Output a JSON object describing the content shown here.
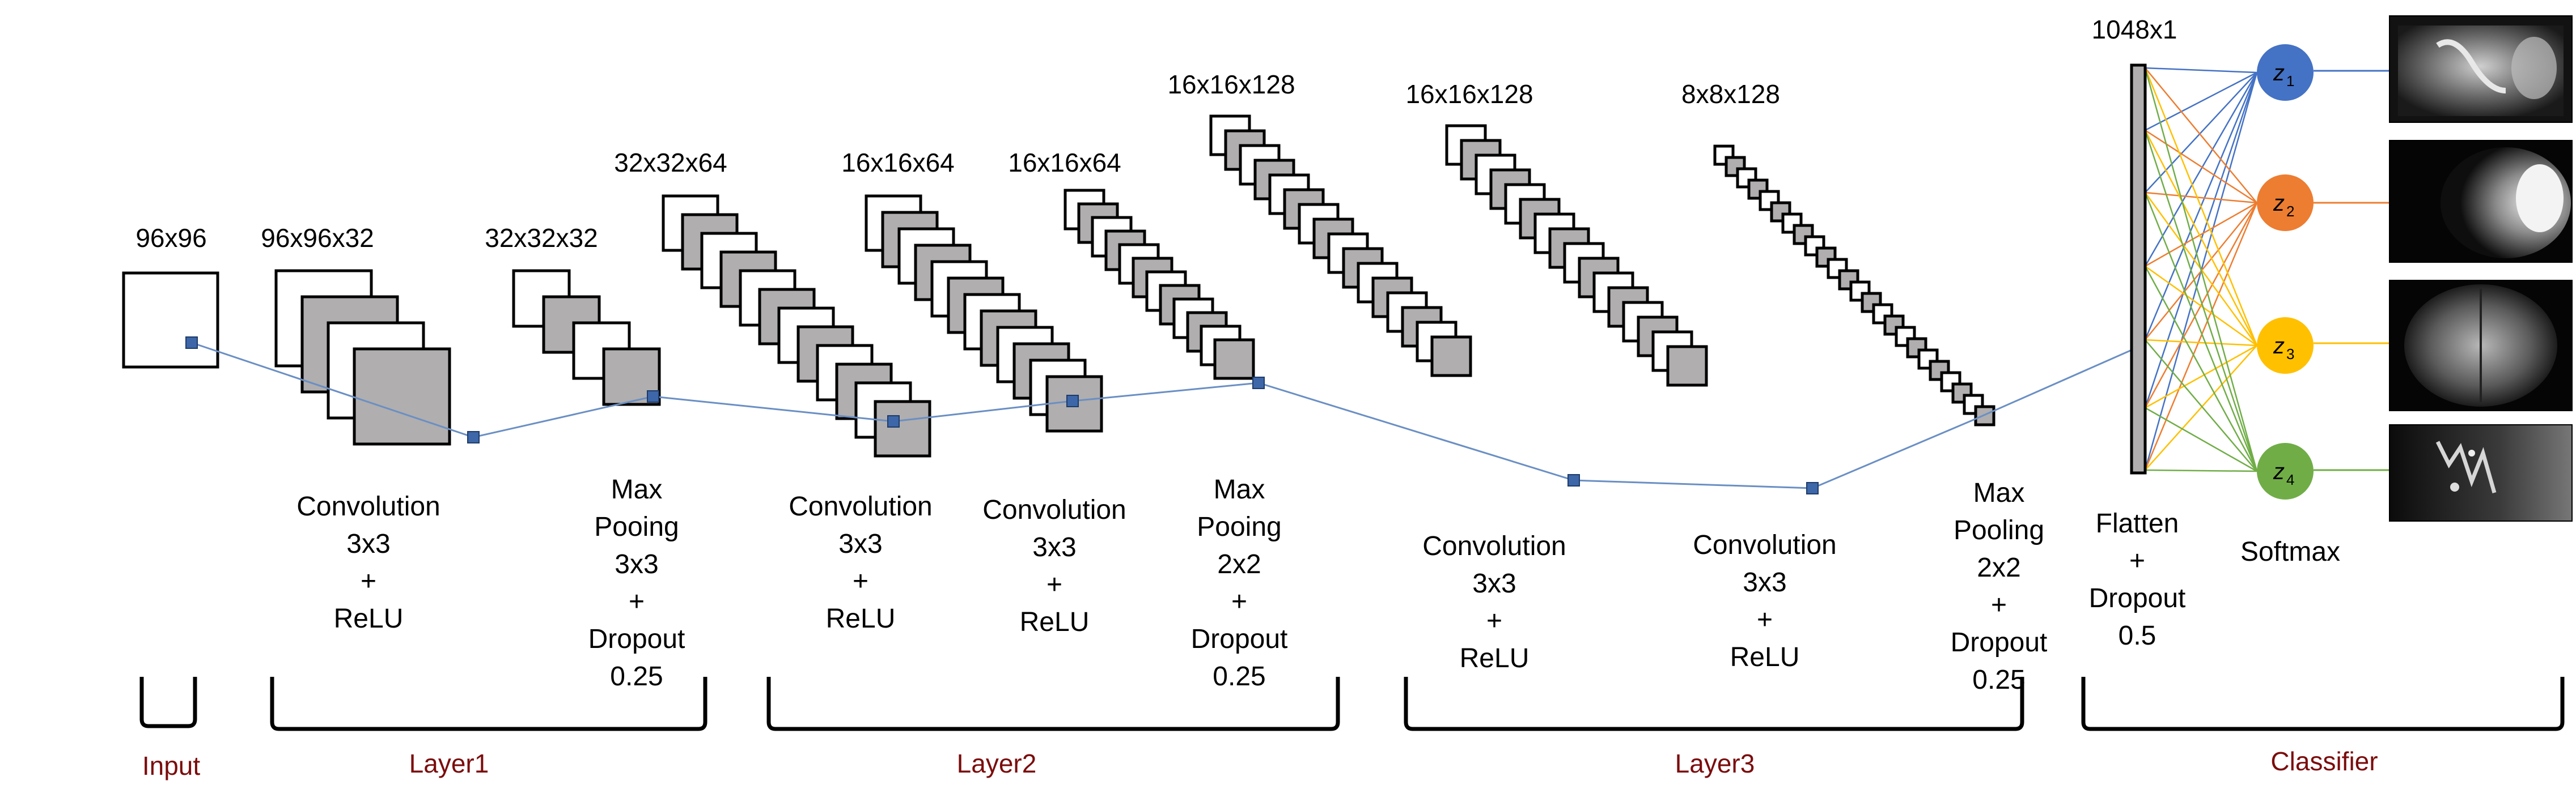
{
  "dimension_labels": {
    "input": "96x96",
    "conv1": "96x96x32",
    "pool1": "32x32x32",
    "conv2a": "32x32x64",
    "conv2b": "16x16x64",
    "pool2": "16x16x128",
    "conv3a": "16x16x128",
    "pool3": "8x8x128",
    "flatten": "1048x1"
  },
  "operations": {
    "conv1": [
      "Convolution",
      "3x3",
      "+",
      "ReLU"
    ],
    "pool1": [
      "Max",
      "Pooing",
      "3x3",
      "+",
      "Dropout",
      "0.25"
    ],
    "conv2a": [
      "Convolution",
      "3x3",
      "+",
      "ReLU"
    ],
    "conv2b": [
      "Convolution",
      "3x3",
      "+",
      "ReLU"
    ],
    "pool2": [
      "Max",
      "Pooing",
      "2x2",
      "+",
      "Dropout",
      "0.25"
    ],
    "conv3a": [
      "Convolution",
      "3x3",
      "+",
      "ReLU"
    ],
    "conv3b": [
      "Convolution",
      "3x3",
      "+",
      "ReLU"
    ],
    "pool3": [
      "Max",
      "Pooling",
      "2x2",
      "+",
      "Dropout",
      "0.25"
    ],
    "flatten": [
      "Flatten",
      "+",
      "Dropout",
      "0.5"
    ],
    "softmax": [
      "Softmax"
    ]
  },
  "groups": {
    "input": "Input",
    "layer1": "Layer1",
    "layer2": "Layer2",
    "layer3": "Layer3",
    "classifier": "Classifier"
  },
  "outputs": [
    {
      "symbol": "z",
      "sub": "1",
      "color": "#4472c4"
    },
    {
      "symbol": "z",
      "sub": "2",
      "color": "#ed7d31"
    },
    {
      "symbol": "z",
      "sub": "3",
      "color": "#ffc000"
    },
    {
      "symbol": "z",
      "sub": "4",
      "color": "#70ad47"
    }
  ],
  "colors": {
    "feature_map_gray": "#b0aeae",
    "kernel_blue": "#3d67a8",
    "group_label": "#7b0c0c"
  }
}
